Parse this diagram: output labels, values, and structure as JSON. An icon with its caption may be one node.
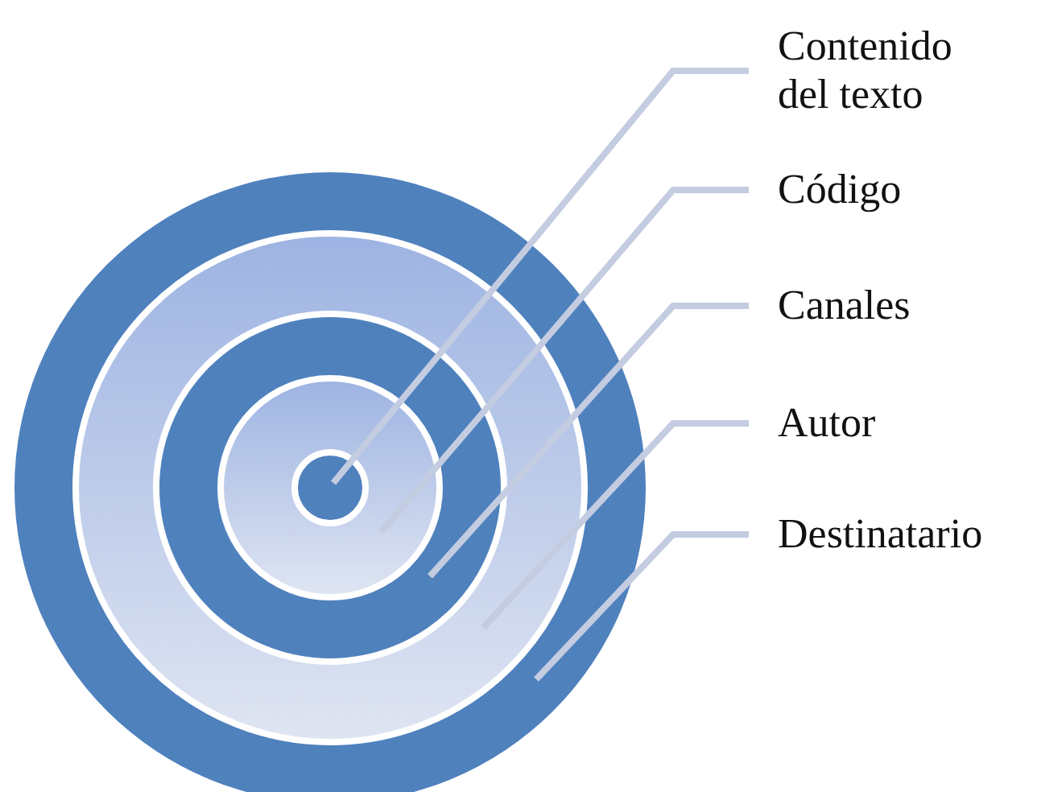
{
  "diagram": {
    "nodes": [
      {
        "text": [
          "Contenido del texto"
        ]
      },
      {
        "text": [
          "Código"
        ]
      },
      {
        "text": [
          "Canales"
        ]
      },
      {
        "text": [
          "Autor"
        ]
      },
      {
        "text": [
          "Destinatario"
        ]
      },
      {
        "text": [],
        "shape": "circle"
      },
      {
        "text": [],
        "shape": "circle",
        "in": 5
      },
      {
        "text": [],
        "shape": "circle",
        "in": 6
      },
      {
        "text": [],
        "shape": "circle",
        "in": 7
      },
      {
        "text": [],
        "shape": "circle",
        "in": 8
      }
    ],
    "edges": [
      {
        "from": 0,
        "to": 9,
        "arrow": "none"
      },
      {
        "from": 1,
        "to": 8,
        "arrow": "none"
      },
      {
        "from": 2,
        "to": 7,
        "arrow": "none"
      },
      {
        "from": 3,
        "to": 6,
        "arrow": "none"
      },
      {
        "from": 4,
        "to": 5,
        "arrow": "none"
      }
    ]
  }
}
